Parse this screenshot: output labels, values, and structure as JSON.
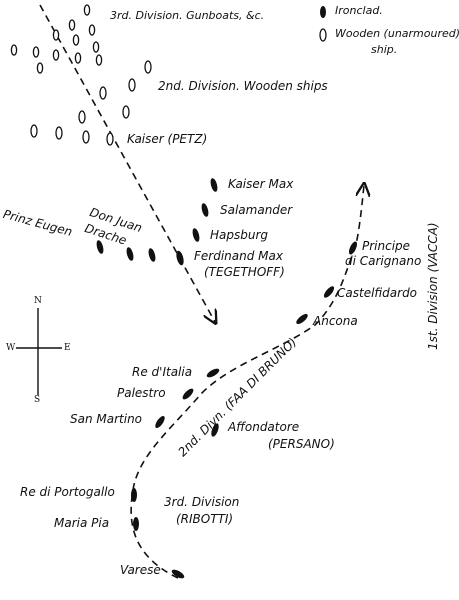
{
  "legend": {
    "ironclad_label": "Ironclad.",
    "wooden_label_line1": "Wooden (unarmoured)",
    "wooden_label_line2": "ship."
  },
  "austrian_fleet": {
    "division3_label": "3rd. Division. Gunboats, &c.",
    "division2_label": "2nd. Division. Wooden ships",
    "kaiser_label": "Kaiser (PETZ)",
    "ironclads": {
      "kaiser_max": "Kaiser Max",
      "salamander": "Salamander",
      "hapsburg": "Hapsburg",
      "ferdinand_max_line1": "Ferdinand Max",
      "ferdinand_max_line2": "(TEGETHOFF)",
      "don_juan_line1": "Don Juan",
      "don_juan_line2": "Drache",
      "prinz_eugen": "Prinz Eugen"
    }
  },
  "italian_fleet": {
    "division1_label": "1st. Division (VACCA)",
    "division2_label": "2nd. Divn. (FAA DI BRUNO)",
    "division3_line1": "3rd. Division",
    "division3_line2": "(RIBOTTI)",
    "ships": {
      "principe_line1": "Principe",
      "principe_line2": "di Carignano",
      "castelfidardo": "Castelfidardo",
      "ancona": "Ancona",
      "re_ditalia": "Re d'Italia",
      "palestro": "Palestro",
      "san_martino": "San Martino",
      "affondatore_line1": "Affondatore",
      "affondatore_line2": "(PERSANO)",
      "re_di_portogallo": "Re di Portogallo",
      "maria_pia": "Maria Pia",
      "varese": "Varese"
    }
  },
  "compass": {
    "north": "N",
    "south": "S",
    "east": "E",
    "west": "W"
  }
}
